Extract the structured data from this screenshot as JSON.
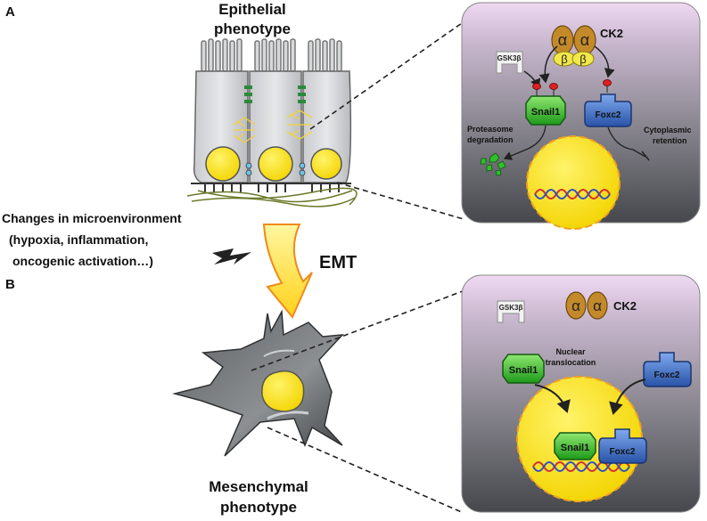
{
  "panel_a": {
    "letter": "A",
    "title_line1": "Epithelial",
    "title_line2": "phenotype",
    "kinase_gsk3b": "GSK3β",
    "kinase_ck2": "CK2",
    "ck2_alpha": "α",
    "ck2_beta": "β",
    "snail1": "Snail1",
    "foxc2": "Foxc2",
    "proteasome_line1": "Proteasome",
    "proteasome_line2": "degradation",
    "retention_line1": "Cytoplasmic",
    "retention_line2": "retention"
  },
  "middle": {
    "changes_line1": "Changes in microenvironment",
    "changes_line2": "(hypoxia, inflammation,",
    "changes_line3": "oncogenic activation…)",
    "emt": "EMT"
  },
  "panel_b": {
    "letter": "B",
    "title_line1": "Mesenchymal",
    "title_line2": "phenotype",
    "kinase_gsk3b": "GSK3β",
    "kinase_ck2": "CK2",
    "ck2_alpha": "α",
    "snail1": "Snail1",
    "foxc2": "Foxc2",
    "translocation_line1": "Nuclear",
    "translocation_line2": "translocation"
  },
  "colors": {
    "panel_top": "#eedaf0",
    "panel_bottom": "#4d4f53",
    "nucleus": "#f7e619",
    "nucleus_border": "#f0a020",
    "snail_green": "#2fbf2a",
    "foxc2_blue": "#3a6fc8",
    "ck2_alpha": "#c48a2a",
    "ck2_beta": "#f2e84a",
    "phospho_red": "#e02020"
  }
}
